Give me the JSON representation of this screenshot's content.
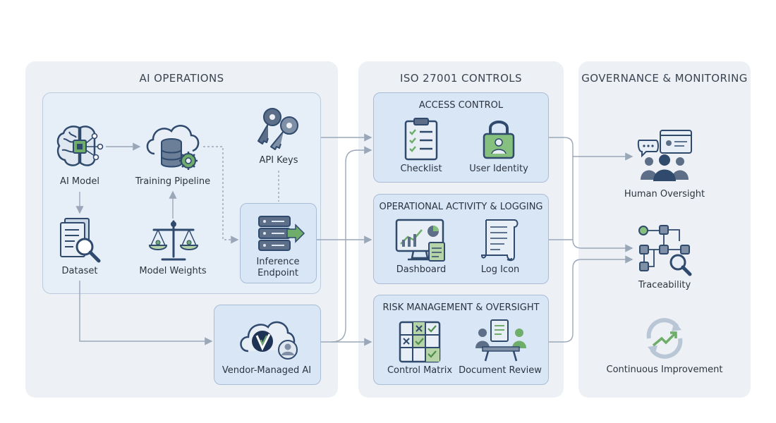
{
  "columns": {
    "ai_operations": "AI OPERATIONS",
    "iso_controls": "ISO 27001 CONTROLS",
    "governance": "GOVERNANCE & MONITORING"
  },
  "ai_ops": {
    "ai_model": "AI Model",
    "training_pipeline": "Training Pipeline",
    "api_keys": "API Keys",
    "dataset": "Dataset",
    "model_weights": "Model Weights",
    "inference_endpoint_1": "Inference",
    "inference_endpoint_2": "Endpoint",
    "vendor_managed_ai": "Vendor-Managed AI"
  },
  "controls": {
    "access_control": {
      "title": "ACCESS CONTROL",
      "items": [
        "Checklist",
        "User Identity"
      ]
    },
    "logging": {
      "title": "OPERATIONAL ACTIVITY & LOGGING",
      "items": [
        "Dashboard",
        "Log Icon"
      ]
    },
    "risk": {
      "title": "RISK MANAGEMENT & OVERSIGHT",
      "items": [
        "Control Matrix",
        "Document Review"
      ]
    }
  },
  "governance": {
    "human_oversight": "Human Oversight",
    "traceability": "Traceability",
    "continuous_improvement": "Continuous Improvement"
  },
  "colors": {
    "accent_blue": "#2f4a6d",
    "accent_green": "#6fae6a",
    "connector": "#9aa7b8"
  }
}
